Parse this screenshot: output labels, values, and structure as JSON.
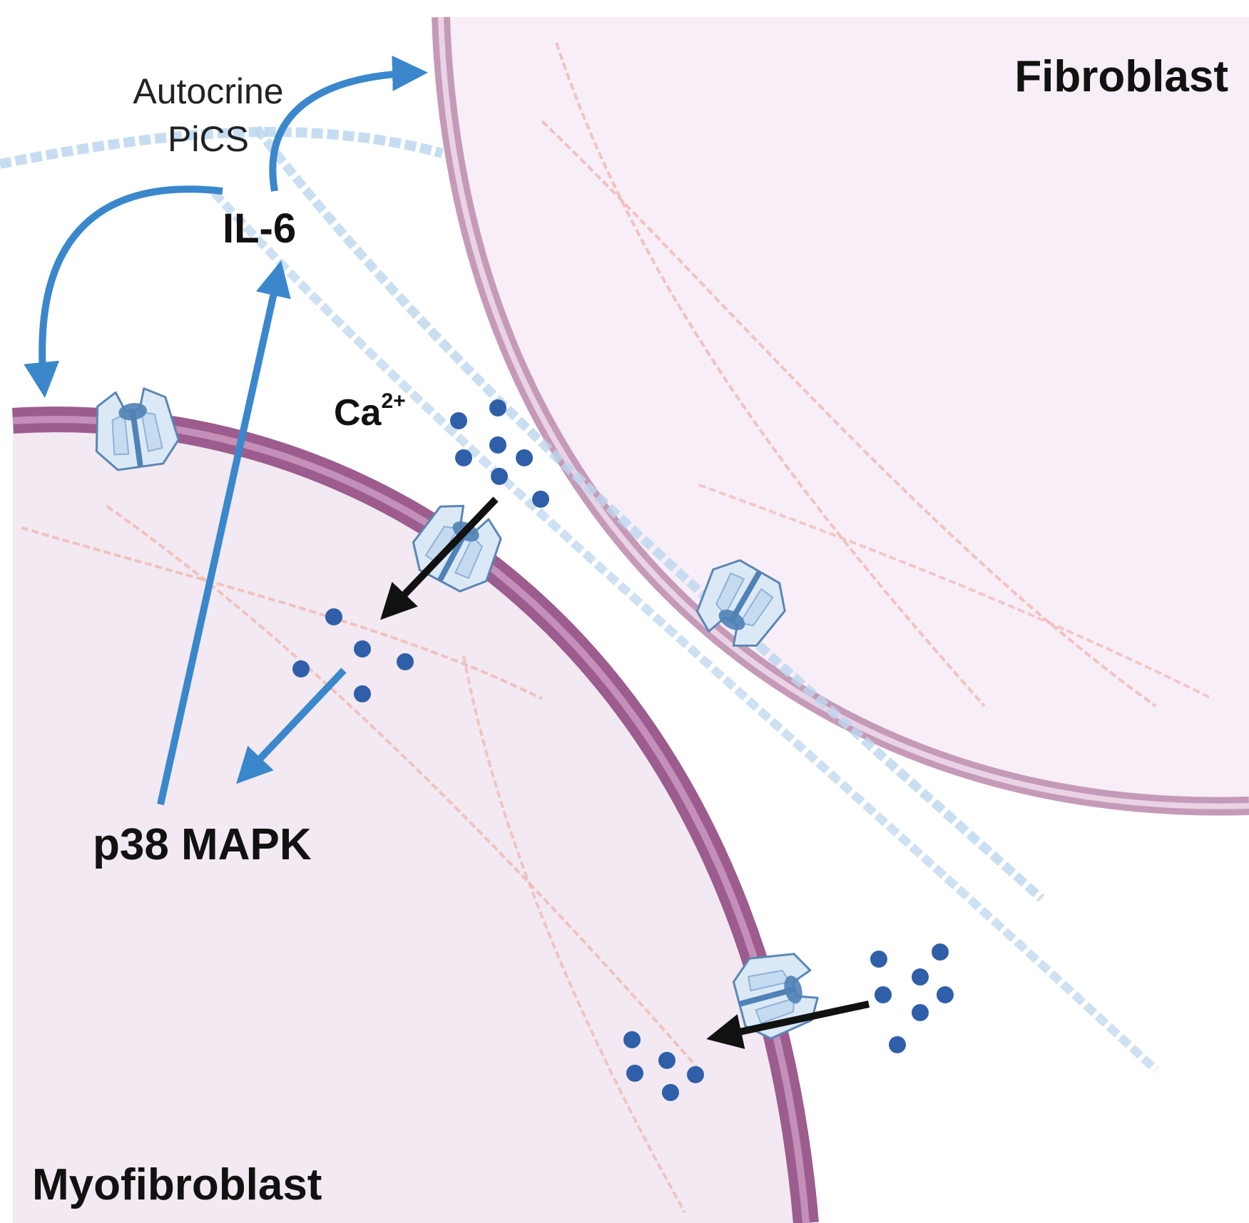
{
  "labels": {
    "fibroblast": "Fibroblast",
    "myofibroblast": "Myofibroblast",
    "il6": "IL-6",
    "autocrine_line1": "Autocrine",
    "autocrine_line2": "PiCS",
    "p38": "p38 MAPK",
    "calcium_base": "Ca",
    "calcium_charge": "2+"
  },
  "colors": {
    "signal_arrow": "#3a87cc",
    "influx_arrow": "#111111",
    "ion": "#2f5fa8",
    "channel_fill": "#dbe9f6",
    "channel_stroke": "#5b86b6",
    "channel_core": "#4f82b6",
    "membrane_myofibroblast": "#9c5c8d",
    "membrane_fibroblast": "#c59ab8",
    "cytoplasm_myofibroblast": "#f2e9f2",
    "cytoplasm_fibroblast": "#f8eef7",
    "fiber_pink": "#f0b6b0",
    "fiber_blue": "#bcd7ee"
  },
  "icons": {
    "ion_channel": "ion-channel-icon",
    "calcium_ion": "calcium-ion-icon"
  }
}
